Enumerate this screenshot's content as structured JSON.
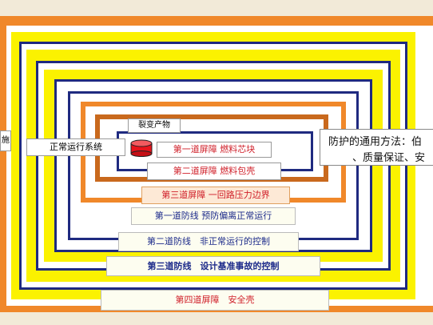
{
  "diagram": {
    "labels": {
      "fission_products": "裂变产物",
      "normal_operation": "正常运行系统",
      "left_edge_fragment": "施",
      "barrier_1": "第一道屏障 燃料芯块",
      "barrier_2": "第二道屏障 燃料包壳",
      "barrier_3": "第三道屏障 一回路压力边界",
      "defense_1": "第一道防线 预防偏离正常运行",
      "defense_2": "第二道防线　非正常运行的控制",
      "defense_3": "第三道防线　设计基准事故的控制",
      "barrier_4": "第四道屏障　安全壳"
    },
    "callout": {
      "line1": "防护的通用方法：伯",
      "line2": "、质量保证、安"
    },
    "colors": {
      "orange": "#f0882a",
      "yellow": "#fbf200",
      "navy": "#1f2a80",
      "white": "#ffffff",
      "brown": "#c9691d",
      "red_text": "#d0202a",
      "blue_text": "#1c2a8a",
      "fuel_red": "#e8131b"
    }
  }
}
